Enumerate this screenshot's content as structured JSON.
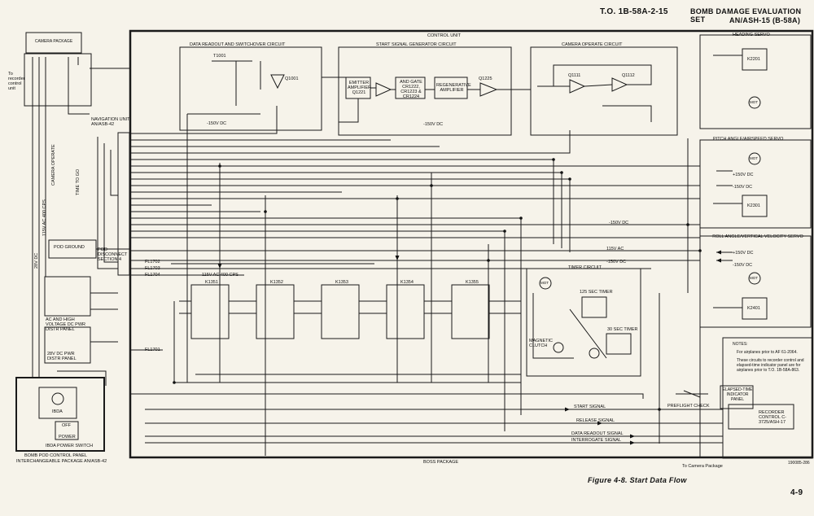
{
  "header": {
    "to": "T.O. 1B-58A-2-15",
    "set_line1": "BOMB DAMAGE EVALUATION SET",
    "set_line2": "AN/ASH-15 (B-58A)"
  },
  "figure_caption": "Figure 4-8. Start Data Flow",
  "page_number": "4-9",
  "boxes": {
    "camera_package": "CAMERA PACKAGE",
    "control_unit": "CONTROL UNIT",
    "data_readout": "DATA READOUT AND SWITCHOVER CIRCUIT",
    "start_signal_gen": "START SIGNAL GENERATOR CIRCUIT",
    "camera_operate": "CAMERA OPERATE CIRCUIT",
    "heading_servo": "HEADING SERVO",
    "pitch_servo": "PITCH ANGLE/AIRSPEED SERVO",
    "roll_servo": "ROLL ANGLE/VERTICAL VELOCITY SERVO",
    "timer_circuit": "TIMER CIRCUIT",
    "nav_unit": "NAVIGATION UNIT AN/ASB-42",
    "pod_ground": "POD GROUND",
    "pod_disconnect": "POD DISCONNECT SECTION 4",
    "dc_pwr": "28V DC PWR DISTR PANEL",
    "ac_hv": "AC AND HIGH VOLTAGE DC PWR DISTR PANEL",
    "bomb_pod": "BOMB POD CONTROL PANEL",
    "bomb_pod2": "INTERCHANGEABLE PACKAGE AN/ASB-42",
    "ibda_power": "IBDA POWER SWITCH",
    "boss_package": "BOSS PACKAGE",
    "recorder": "RECORDER CONTROL C-3725/ASH-17",
    "preflight": "PREFLIGHT CHECK",
    "to_recorder": "To recorder control unit",
    "to_camera": "To Camera Package"
  },
  "components": {
    "emitter": "EMITTER AMPLIFIER Q1221",
    "and_gate": "AND GATE CR1222, CR1223 & CR1224",
    "regen": "REGENERATIVE AMPLIFIER",
    "k2201": "K2201",
    "k2301": "K2301",
    "k2401": "K2401",
    "k1351": "K1351",
    "k1352": "K1352",
    "k1353": "K1353",
    "k1354": "K1354",
    "k1355": "K1355",
    "mot": "MOT",
    "timer125": "125 SEC TIMER",
    "timer30": "30 SEC TIMER",
    "magnetic_clutch": "MAGNETIC CLUTCH",
    "t1001": "T1001",
    "q1001": "Q1001",
    "q1225": "Q1225",
    "q1111": "Q1111",
    "q1112": "Q1112",
    "ibda": "IBDA",
    "off": "OFF",
    "power": "POWER"
  },
  "signals": {
    "start": "START SIGNAL",
    "release": "RELEASE SIGNAL",
    "data_readout": "DATA READOUT SIGNAL",
    "interrogate": "INTERROGATE SIGNAL",
    "v150": "-150V DC",
    "v115ac": "115V AC",
    "v150p": "+150V DC",
    "fl1702": "FL1702",
    "fl1703": "FL1703",
    "fl1704": "FL1704",
    "fl1701": "FL1701",
    "camera_operate": "CAMERA OPERATE",
    "time_to_go": "TIME TO GO",
    "ac400": "115V AC 400 CPS",
    "dc28": "28V DC"
  },
  "notes": {
    "title": "NOTES:",
    "n1": "For airplanes prior to AF 61-2064.",
    "n2": "These circuits to recorder control and elapsed-time indicator panel are for airplanes prior to T.O. 1B-58A-863.",
    "elapsed": "ELAPSED-TIME INDICATOR PANEL",
    "code": "190085-286"
  }
}
